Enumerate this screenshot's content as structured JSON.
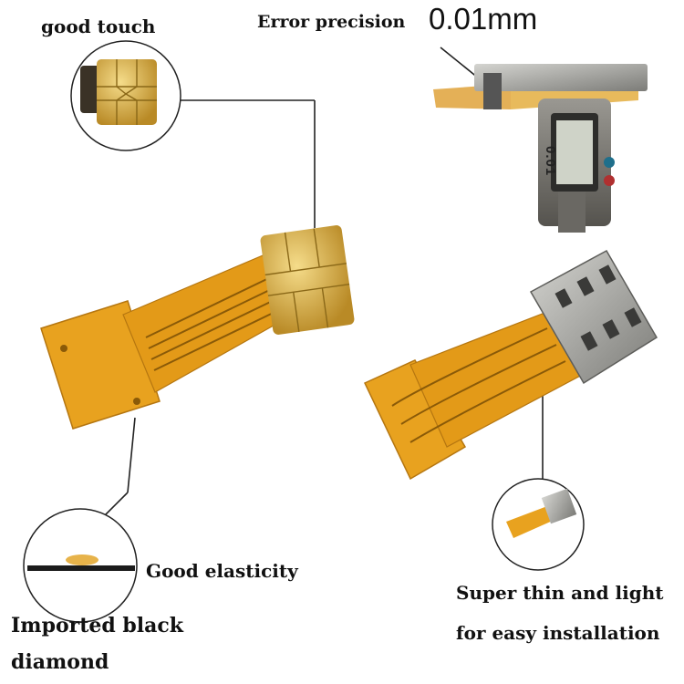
{
  "captions": {
    "good_touch": "good touch",
    "error_precision": "Error precision",
    "precision_value": "0.01mm",
    "good_elasticity": "Good elasticity",
    "imported_line1": "Imported black",
    "imported_line2": "diamond",
    "thin_line1": "Super thin and light",
    "thin_line2": "for easy installation"
  },
  "caliper_display": {
    "reading": "0.01"
  },
  "colors": {
    "flex_orange": "#e8a21f",
    "flex_dark": "#c07a10",
    "gold_contact": "#d9b04a",
    "tray_silver": "#9a9a95",
    "caliper_body": "#6f6c66",
    "lcd": "#cfd3c8"
  }
}
